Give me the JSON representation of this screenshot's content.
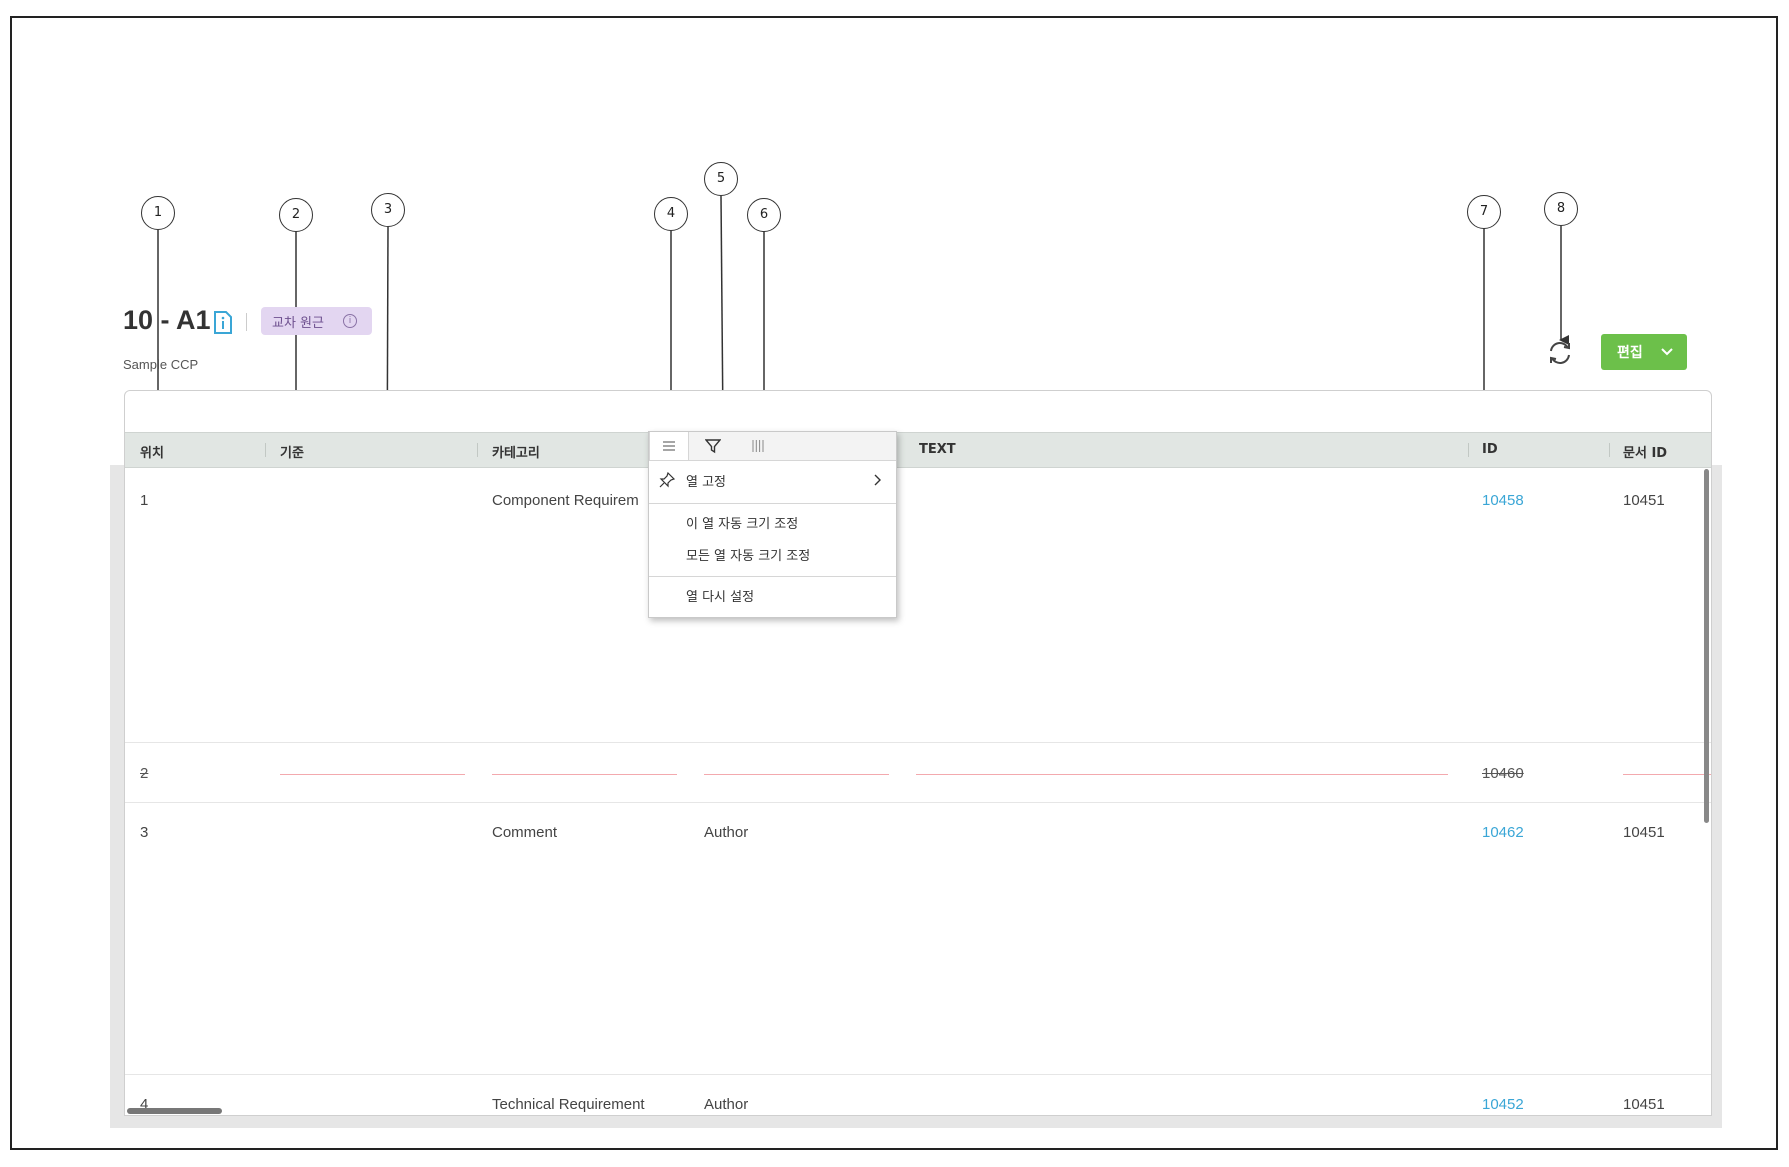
{
  "header": {
    "title": "10 - A1",
    "subtitle": "Sample CCP",
    "badge_label": "교차 원근",
    "edit_button": "편집"
  },
  "callouts": [
    "1",
    "2",
    "3",
    "4",
    "5",
    "6",
    "7",
    "8"
  ],
  "grid": {
    "columns": [
      "위치",
      "기준",
      "카테고리",
      "TEXT",
      "ID",
      "문서 ID"
    ],
    "rows": [
      {
        "pos": "1",
        "category": "Component Requirem",
        "author": "",
        "id": "10458",
        "doc_id": "10451",
        "deleted": false
      },
      {
        "pos": "2",
        "category": "",
        "author": "",
        "id": "10460",
        "doc_id": "",
        "deleted": true
      },
      {
        "pos": "3",
        "category": "Comment",
        "author": "Author",
        "id": "10462",
        "doc_id": "10451",
        "deleted": false
      },
      {
        "pos": "4",
        "category": "Technical Requirement",
        "author": "Author",
        "id": "10452",
        "doc_id": "10451",
        "deleted": false
      }
    ]
  },
  "column_menu": {
    "tabs": [
      "menu-icon",
      "filter-icon",
      "columns-icon"
    ],
    "items": {
      "pin_column": "열 고정",
      "autosize_this": "이 열 자동 크기 조정",
      "autosize_all": "모든 열 자동 크기 조정",
      "reset_columns": "열 다시 설정"
    }
  },
  "colors": {
    "badge_bg": "#e3d6f1",
    "edit_button": "#6cc04a",
    "link": "#3aa6d6",
    "header_bg": "#e1e6e3",
    "deleted_line": "#f3a9ae"
  }
}
